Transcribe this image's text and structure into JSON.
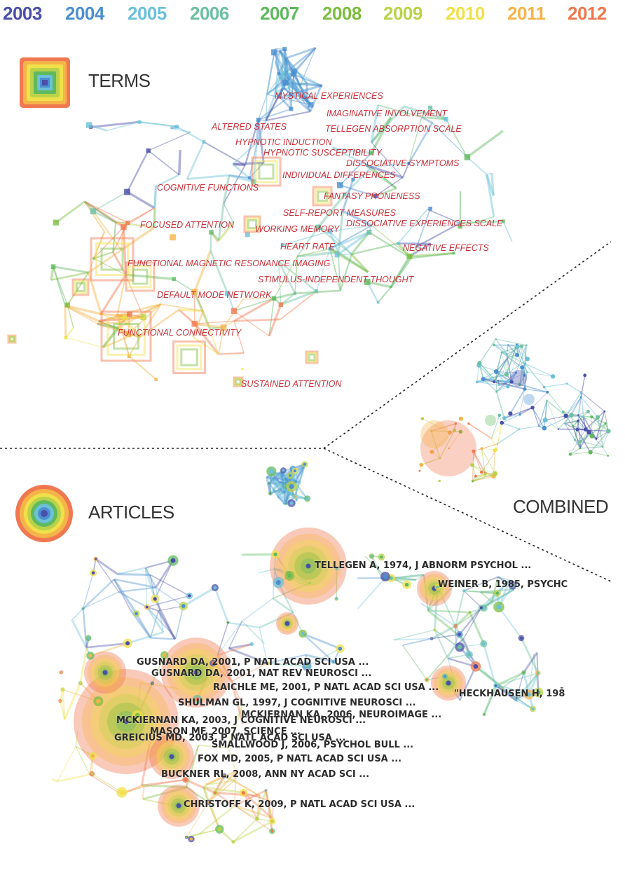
{
  "legend": {
    "years": [
      {
        "label": "2003",
        "color": "#4a4fa8"
      },
      {
        "label": "2004",
        "color": "#4b8fd0"
      },
      {
        "label": "2005",
        "color": "#6cc0d8"
      },
      {
        "label": "2006",
        "color": "#6dc0a2"
      },
      {
        "label": "2007",
        "color": "#5fb95f"
      },
      {
        "label": "2008",
        "color": "#7cbd3f"
      },
      {
        "label": "2009",
        "color": "#b9d24a"
      },
      {
        "label": "2010",
        "color": "#f0e04a"
      },
      {
        "label": "2011",
        "color": "#f5b44a"
      },
      {
        "label": "2012",
        "color": "#f07850"
      }
    ]
  },
  "panels": {
    "terms_label": "TERMS",
    "articles_label": "ARTICLES",
    "combined_label": "COMBINED"
  },
  "terms": [
    "MYSTICAL EXPERIENCES",
    "IMAGINATIVE INVOLVEMENT",
    "TELLEGEN ABSORPTION SCALE",
    "ALTERED STATES",
    "HYPNOTIC INDUCTION",
    "HYPNOTIC SUSCEPTIBILITY",
    "DISSOCIATIVE SYMPTOMS",
    "INDIVIDUAL DIFFERENCES",
    "COGNITIVE FUNCTIONS",
    "FANTASY PRONENESS",
    "SELF-REPORT MEASURES",
    "FOCUSED ATTENTION",
    "DISSOCIATIVE EXPERIENCES SCALE",
    "WORKING MEMORY",
    "HEART RATE",
    "NEGATIVE EFFECTS",
    "FUNCTIONAL MAGNETIC RESONANCE IMAGING",
    "STIMULUS-INDEPENDENT THOUGHT",
    "DEFAULT MODE NETWORK",
    "FUNCTIONAL CONNECTIVITY",
    "SUSTAINED ATTENTION"
  ],
  "articles": [
    "TELLEGEN A,  1974,  J ABNORM PSYCHOL ...",
    "WEINER B,  1985,  PSYCHC",
    "GUSNARD DA,  2001,  P NATL ACAD SCI USA ...",
    "GUSNARD DA,  2001,  NAT REV NEUROSCI ...",
    "RAICHLE ME,  2001,  P NATL ACAD SCI USA ...",
    "\"HECKHAUSEN H,  198̄",
    "SHULMAN GL,  1997,  J COGNITIVE NEUROSCI ...",
    "MCKIERNAN KA,  2006,  NEUROIMAGE ...",
    "MCKIERNAN KA,  2003,  J COGNITIVE NEUROSCI ...",
    "MASON MF,  2007,  SCIENCE ...",
    "GREICIUS MD,  2003,  P NATL ACAD SCI USA ...",
    "SMALLWOOD J,  2006,  PSYCHOL BULL ...",
    "FOX MD,  2005,  P NATL ACAD SCI USA ...",
    "BUCKNER RL,  2008,  ANN NY ACAD SCI ...",
    "CHRISTOFF K,  2009,  P NATL ACAD SCI USA ..."
  ]
}
